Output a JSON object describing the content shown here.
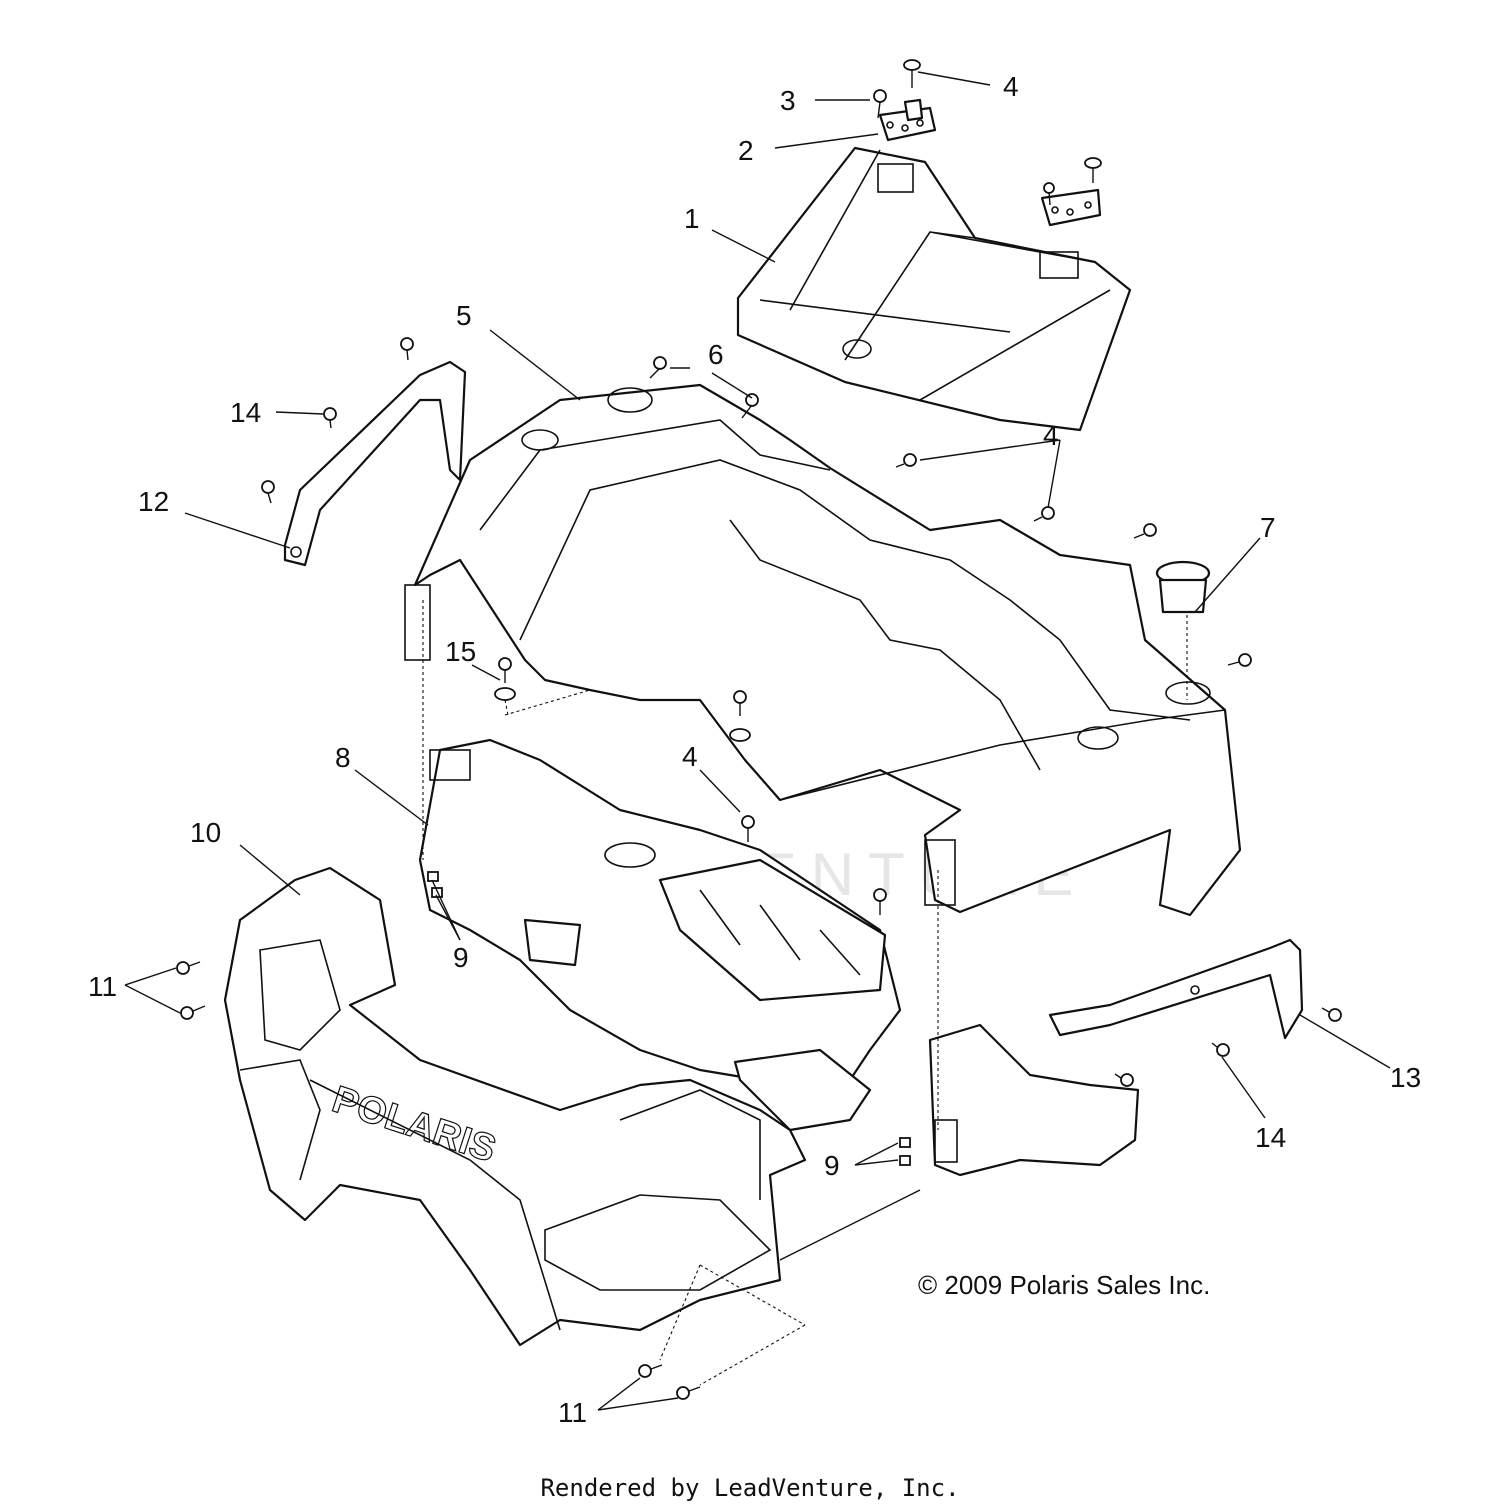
{
  "callouts": {
    "c1": "1",
    "c2": "2",
    "c3": "3",
    "c4a": "4",
    "c4b": "4",
    "c4c": "4",
    "c5": "5",
    "c6": "6",
    "c7": "7",
    "c8": "8",
    "c9a": "9",
    "c9b": "9",
    "c10": "10",
    "c11a": "11",
    "c11b": "11",
    "c12": "12",
    "c13": "13",
    "c14a": "14",
    "c14b": "14",
    "c15": "15"
  },
  "bumper_logo": "POLARIS",
  "watermark": "LEADVENTURE",
  "copyright": "© 2009 Polaris Sales Inc.",
  "footer": "Rendered by LeadVenture, Inc."
}
